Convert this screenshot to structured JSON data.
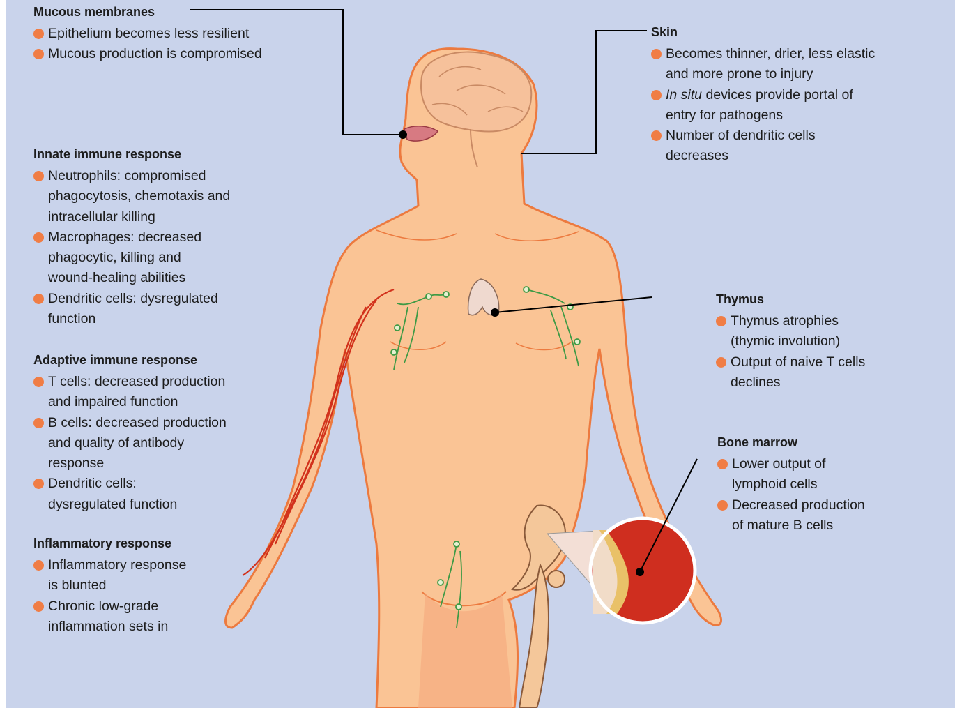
{
  "colors": {
    "background": "#c9d3eb",
    "skin": "#fac495",
    "outline": "#ec7a3f",
    "bullet": "#f07d45",
    "lymph": "#3e9a45",
    "marrow": "#cf2e1f",
    "leader_line": "#000000"
  },
  "sections": {
    "mucous": {
      "title": "Mucous membranes",
      "items": [
        "Epithelium becomes less resilient",
        "Mucous production is compromised"
      ]
    },
    "innate": {
      "title": "Innate immune response",
      "items": [
        [
          "Neutrophils: compromised",
          "phagocytosis, chemotaxis and",
          "intracellular killing"
        ],
        [
          "Macrophages: decreased",
          "phagocytic, killing and",
          "wound-healing abilities"
        ],
        [
          "Dendritic cells: dysregulated",
          "function"
        ]
      ]
    },
    "adaptive": {
      "title": "Adaptive immune response",
      "items": [
        [
          "T cells: decreased production",
          "and impaired function"
        ],
        [
          "B cells: decreased production",
          "and quality of antibody",
          "response"
        ],
        [
          "Dendritic cells:",
          "dysregulated function"
        ]
      ]
    },
    "inflammatory": {
      "title": "Inflammatory response",
      "items": [
        [
          "Inflammatory response",
          "is blunted"
        ],
        [
          "Chronic low-grade",
          "inflammation sets in"
        ]
      ]
    },
    "skin": {
      "title": "Skin",
      "items": [
        {
          "lines": [
            "Becomes thinner, drier, less elastic",
            "and more prone to injury"
          ]
        },
        {
          "italic": "In situ",
          "rest": " devices provide portal of",
          "line2": "entry for pathogens"
        },
        {
          "lines": [
            "Number of dendritic cells",
            "decreases"
          ]
        }
      ]
    },
    "thymus": {
      "title": "Thymus",
      "items": [
        [
          "Thymus atrophies",
          "(thymic involution)"
        ],
        [
          "Output of naive T cells",
          "declines"
        ]
      ]
    },
    "bone_marrow": {
      "title": "Bone marrow",
      "items": [
        [
          "Lower output of",
          "lymphoid cells"
        ],
        [
          "Decreased production",
          "of mature B cells"
        ]
      ]
    }
  }
}
